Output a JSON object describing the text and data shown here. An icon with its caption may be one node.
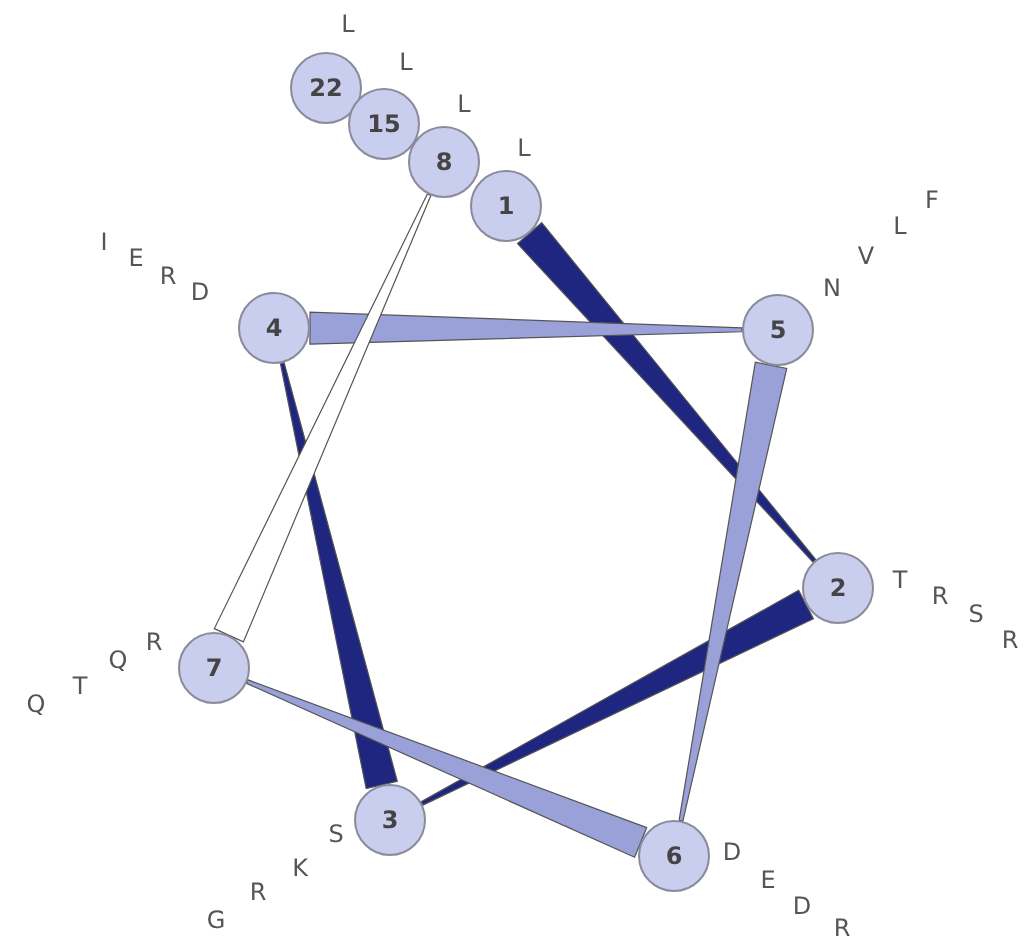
{
  "diagram": {
    "nodes": [
      {
        "text": [
          "22"
        ],
        "beside": [
          "L"
        ]
      },
      {
        "text": [
          "15"
        ],
        "beside": [
          "L"
        ]
      },
      {
        "text": [
          "8"
        ],
        "beside": [
          "L"
        ]
      },
      {
        "text": [
          "1"
        ],
        "beside": [
          "L"
        ]
      },
      {
        "text": [
          "4"
        ],
        "beside": [
          "D",
          "R",
          "E",
          "I"
        ]
      },
      {
        "text": [
          "5"
        ],
        "beside": [
          "N",
          "V",
          "L",
          "F"
        ]
      },
      {
        "text": [
          "2"
        ],
        "beside": [
          "T",
          "R",
          "S",
          "R"
        ]
      },
      {
        "text": [
          "7"
        ],
        "beside": [
          "R",
          "Q",
          "T",
          "Q"
        ]
      },
      {
        "text": [
          "3"
        ],
        "beside": [
          "S",
          "K",
          "R",
          "G"
        ]
      },
      {
        "text": [
          "6"
        ],
        "beside": [
          "D",
          "E",
          "D",
          "R"
        ]
      }
    ],
    "edges": [
      {
        "from": 3,
        "to": 6,
        "arrow": "none",
        "style": "thick",
        "color": "#1e2680"
      },
      {
        "from": 6,
        "to": 8,
        "arrow": "none",
        "style": "thick",
        "color": "#1e2680"
      },
      {
        "from": 8,
        "to": 4,
        "arrow": "none",
        "style": "thick",
        "color": "#1e2680"
      },
      {
        "from": 4,
        "to": 5,
        "arrow": "none",
        "style": "thick",
        "color": "#99a1d8"
      },
      {
        "from": 5,
        "to": 9,
        "arrow": "none",
        "style": "thick",
        "color": "#99a1d8"
      },
      {
        "from": 9,
        "to": 7,
        "arrow": "none",
        "style": "thick",
        "color": "#99a1d8"
      },
      {
        "from": 7,
        "to": 2,
        "arrow": "none",
        "style": "thick",
        "color": "#ffffff"
      }
    ]
  }
}
